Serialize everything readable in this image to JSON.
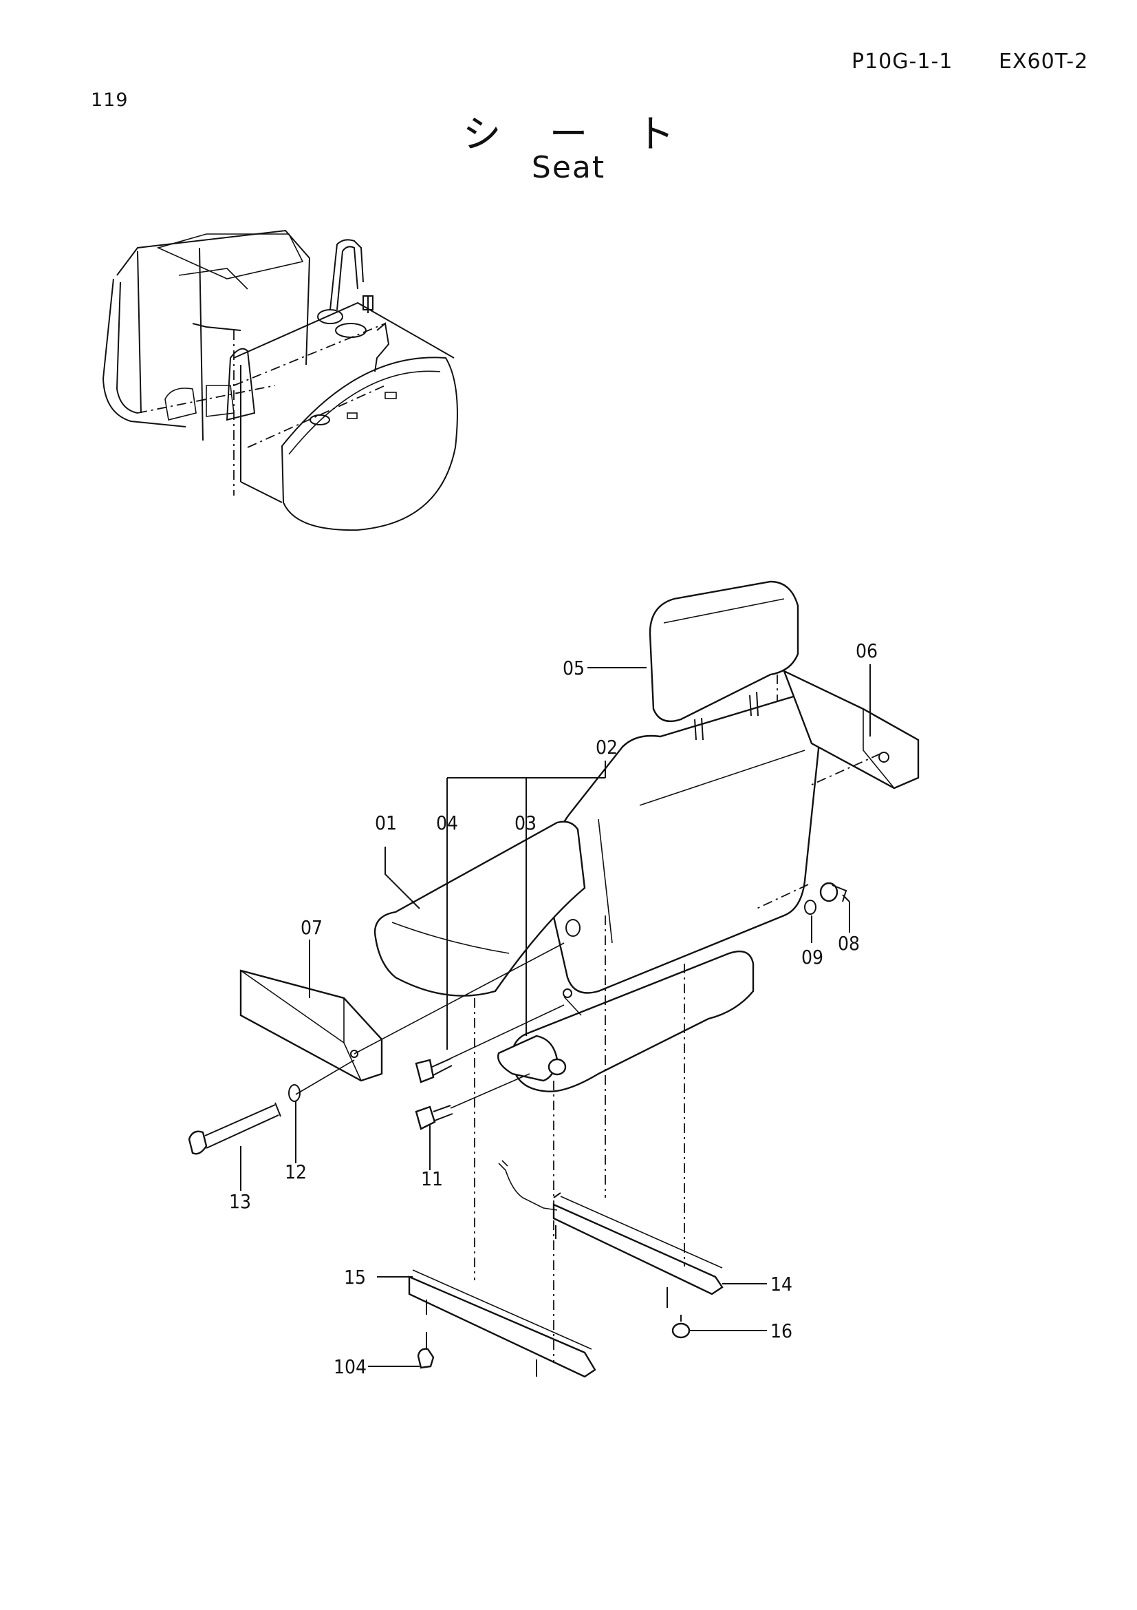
{
  "header": {
    "page_number": "119",
    "doc_code": "P10G-1-1",
    "model": "EX60T-2"
  },
  "title": {
    "jp": "シート",
    "en": "Seat"
  },
  "callouts": {
    "c01": "01",
    "c02": "02",
    "c03": "03",
    "c04": "04",
    "c05": "05",
    "c06": "06",
    "c07": "07",
    "c08": "08",
    "c09": "09",
    "c11": "11",
    "c12": "12",
    "c13": "13",
    "c14": "14",
    "c15": "15",
    "c16": "16",
    "c104": "104"
  }
}
